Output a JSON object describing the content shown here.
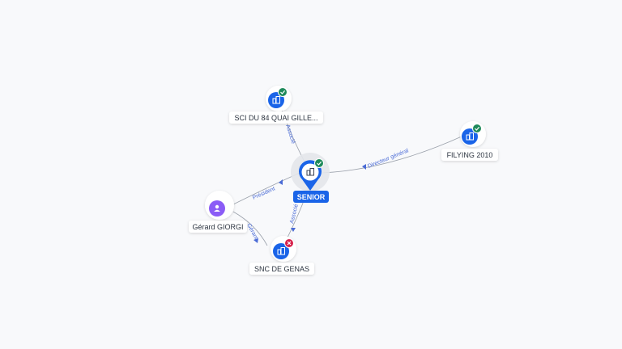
{
  "graph": {
    "nodes": {
      "senior": {
        "label": "SENIOR",
        "type": "company",
        "status": "active"
      },
      "sci": {
        "label": "SCI DU 84 QUAI GILLE...",
        "type": "company",
        "status": "active"
      },
      "filying": {
        "label": "FILYING 2010",
        "type": "company",
        "status": "active"
      },
      "giorgi": {
        "label": "Gérard GIORGI",
        "type": "person"
      },
      "genas": {
        "label": "SNC DE GENAS",
        "type": "company",
        "status": "closed"
      }
    },
    "edges": {
      "sci_senior": "Associé",
      "senior_filying": "Directeur général",
      "giorgi_senior": "Président",
      "senior_genas": "Associé",
      "giorgi_genas": "Gérant"
    }
  },
  "colors": {
    "primary": "#1a64e8",
    "active_badge": "#1f8a5b",
    "closed_badge": "#d6204a",
    "person": "#8b5cf6",
    "edge": "#9aa0aa",
    "edge_label": "#4a6bd6"
  },
  "icons": {
    "company": "building-icon",
    "person": "person-icon",
    "active": "check-badge-icon",
    "closed": "cross-badge-icon"
  }
}
